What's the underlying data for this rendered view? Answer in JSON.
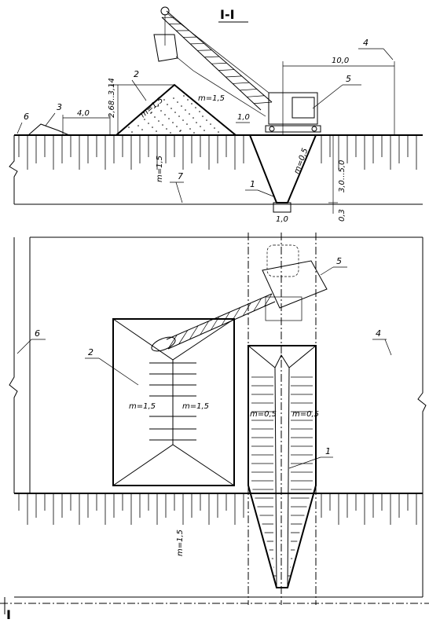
{
  "section_title": "I-I",
  "section_mark": "I",
  "callouts": {
    "c1": "1",
    "c2": "2",
    "c3": "3",
    "c4": "4",
    "c5": "5",
    "c6": "6",
    "c7": "7"
  },
  "dimensions": {
    "reach": "10,0",
    "distance_spoil": "4,0",
    "berm": "1,0",
    "bottom_width": "1,0",
    "spoil_height": "2,68..3,14",
    "depth_upper": "3,0...5,0",
    "depth_lower": "0,3"
  },
  "slopes": {
    "spoil_left": "m=1,5",
    "spoil_right": "m=1,5",
    "excavation": "m=0,5",
    "ground": "m=1,5",
    "plan_spoil_left": "m=1,5",
    "plan_spoil_right": "m=1,5",
    "plan_trench_left": "m=0,5",
    "plan_trench_right": "m=0,5",
    "plan_ground": "m=1,5"
  }
}
